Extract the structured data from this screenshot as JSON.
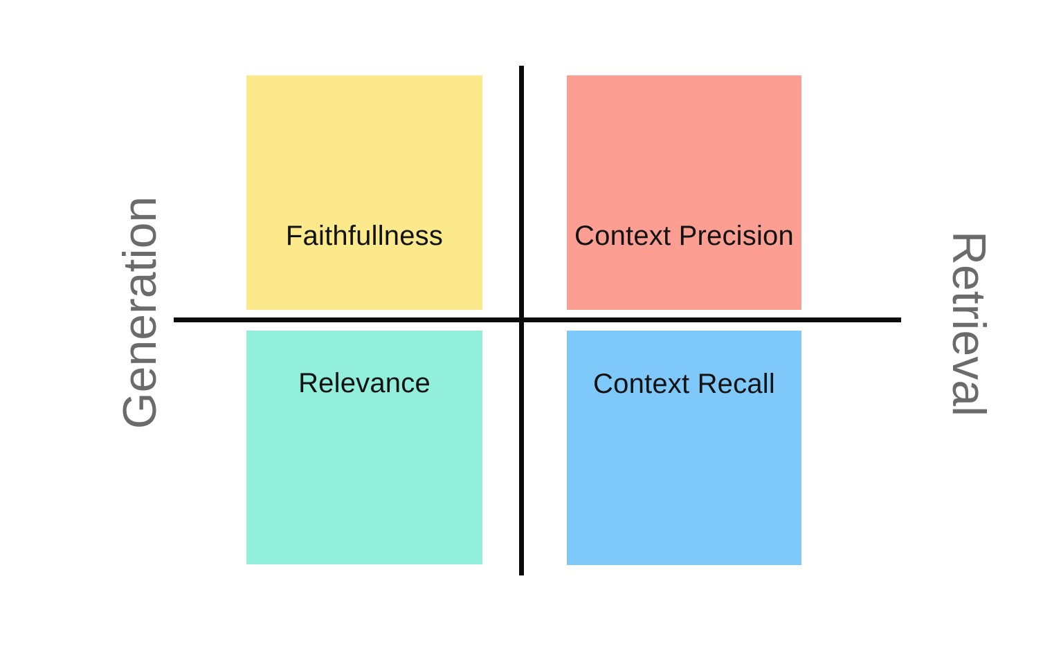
{
  "diagram": {
    "type": "2x2-quadrant-matrix",
    "background_color": "#ffffff",
    "axis_line_color": "#0a0a0a",
    "axis_label_color": "#6b6b6b",
    "quadrant_text_color": "#121212",
    "axes": {
      "left_label": "Generation",
      "right_label": "Retrieval"
    },
    "quadrants": [
      {
        "position": "top-left",
        "label": "Faithfullness",
        "color": "#fbe98c",
        "axis_group": "Generation"
      },
      {
        "position": "top-right",
        "label": "Context Precision",
        "color": "#fc9f92",
        "axis_group": "Retrieval"
      },
      {
        "position": "bottom-left",
        "label": "Relevance",
        "color": "#92efdc",
        "axis_group": "Generation"
      },
      {
        "position": "bottom-right",
        "label": "Context Recall",
        "color": "#7fc8fa",
        "axis_group": "Retrieval"
      }
    ]
  }
}
